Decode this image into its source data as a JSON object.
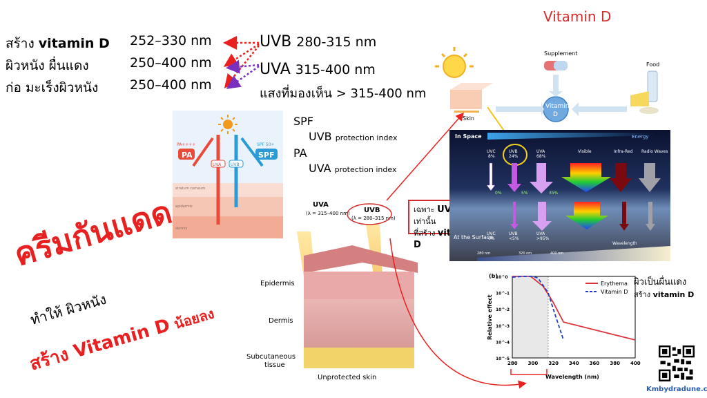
{
  "title": "Vitamin D",
  "wavelength_rows": [
    {
      "label_prefix": "สร้าง ",
      "label_bold": "vitamin D",
      "range": "252–330  nm"
    },
    {
      "label_prefix": "ผิวหนัง ผื่นแดง",
      "label_bold": "",
      "range": "250–400  nm"
    },
    {
      "label_prefix": "ก่อ มะเร็งผิวหนัง",
      "label_bold": "",
      "range": "250–400 nm"
    }
  ],
  "uv_bands": [
    {
      "name": "UVB",
      "range": "280-315  nm"
    },
    {
      "name": "UVA",
      "range": "315-400 nm"
    }
  ],
  "visible_light": "แสงที่มองเห็น  > 315-400 nm",
  "sunscreen_diagram": {
    "pa": "PA",
    "pa_rating": "PA++++",
    "spf": "SPF",
    "spf_rating": "SPF 50+",
    "uva": "UVA",
    "uvb": "UVB",
    "layers": [
      "stratum corneum",
      "epidermis",
      "dermis"
    ]
  },
  "protection": {
    "spf": "SPF",
    "spf_desc_main": "UVB",
    "spf_desc_small": "protection index",
    "pa": "PA",
    "pa_desc_main": "UVA",
    "pa_desc_small": "protection index"
  },
  "sunscreen_caption": {
    "line1": "ครีมกันแดด",
    "line2": "ทำให้ ผิวหนัง",
    "line3_prefix": "สร้าง ",
    "line3_bold": "Vitamin D",
    "line3_suffix": " น้อยลง"
  },
  "skin_diagram": {
    "uva": "UVA",
    "uva_lambda": "(λ = 315–400 nm)",
    "uvb": "UVB",
    "uvb_lambda": "(λ = 280–315 nm)",
    "layers": [
      "Epidermis",
      "Dermis",
      "Subcutaneous",
      "tissue"
    ],
    "caption": "Unprotected skin"
  },
  "note": {
    "prefix": "เฉพาะ ",
    "bold1": "UVB",
    "mid": " เท่านั้น",
    "line2_prefix": "ที่สร้าง ",
    "bold2": "vitamin D"
  },
  "sources": {
    "skin": "Skin",
    "supplement": "Supplement",
    "food": "Food",
    "vitamin": "Vitamin",
    "vitamin_d": "D"
  },
  "spectrum": {
    "in_space": "In Space",
    "energy": "Energy",
    "top": [
      {
        "name": "UVC",
        "pct": "8%"
      },
      {
        "name": "UVB",
        "pct": "24%"
      },
      {
        "name": "UVA",
        "pct": "68%"
      },
      {
        "name": "Visible",
        "pct": ""
      },
      {
        "name": "Infra-Red",
        "pct": ""
      },
      {
        "name": "Radio Waves",
        "pct": ""
      }
    ],
    "mid_pct": [
      "0%",
      "5%",
      "35%"
    ],
    "bottom": [
      {
        "name": "UVC",
        "pct": "0%"
      },
      {
        "name": "UVB",
        "pct": "<5%"
      },
      {
        "name": "UVA",
        "pct": ">95%"
      }
    ],
    "at_surface": "At the Surface",
    "wavelength": "Wavelength",
    "ticks": [
      "280 nm",
      "320 nm",
      "400 nm"
    ]
  },
  "chart_data": {
    "type": "line",
    "panel_label": "(b)",
    "xlabel": "Wavelength (nm)",
    "ylabel": "Relative effect",
    "xlim": [
      280,
      400
    ],
    "ylim_log10": [
      -5,
      0
    ],
    "xticks": [
      280,
      300,
      320,
      340,
      360,
      380,
      400
    ],
    "yticks": [
      "10^0",
      "10^-1",
      "10^-2",
      "10^-3",
      "10^-4",
      "10^-5"
    ],
    "shaded_range": [
      280,
      315
    ],
    "series": [
      {
        "name": "Erythema",
        "color": "#d9363e",
        "style": "solid",
        "x": [
          280,
          298,
          310,
          320,
          330,
          400
        ],
        "log10_y": [
          0,
          0,
          -0.6,
          -1.6,
          -2.8,
          -3.9
        ]
      },
      {
        "name": "Vitamin D",
        "color": "#1f3fbf",
        "style": "dashed",
        "x": [
          280,
          290,
          300,
          305,
          315,
          320,
          330
        ],
        "log10_y": [
          -0.05,
          0,
          0,
          -0.1,
          -1.0,
          -2.0,
          -3.9
        ]
      }
    ],
    "annotation_line1": "ผิวเป็นผื่นแดง",
    "annotation_line2_prefix": "สร้าง ",
    "annotation_line2_bold": "vitamin D"
  },
  "site": "Kmbydradune.com",
  "colors": {
    "accent": "#e8201f",
    "title": "#d62b2b",
    "arrow_red": "#e8201f",
    "arrow_purple": "#7b2fbf"
  }
}
